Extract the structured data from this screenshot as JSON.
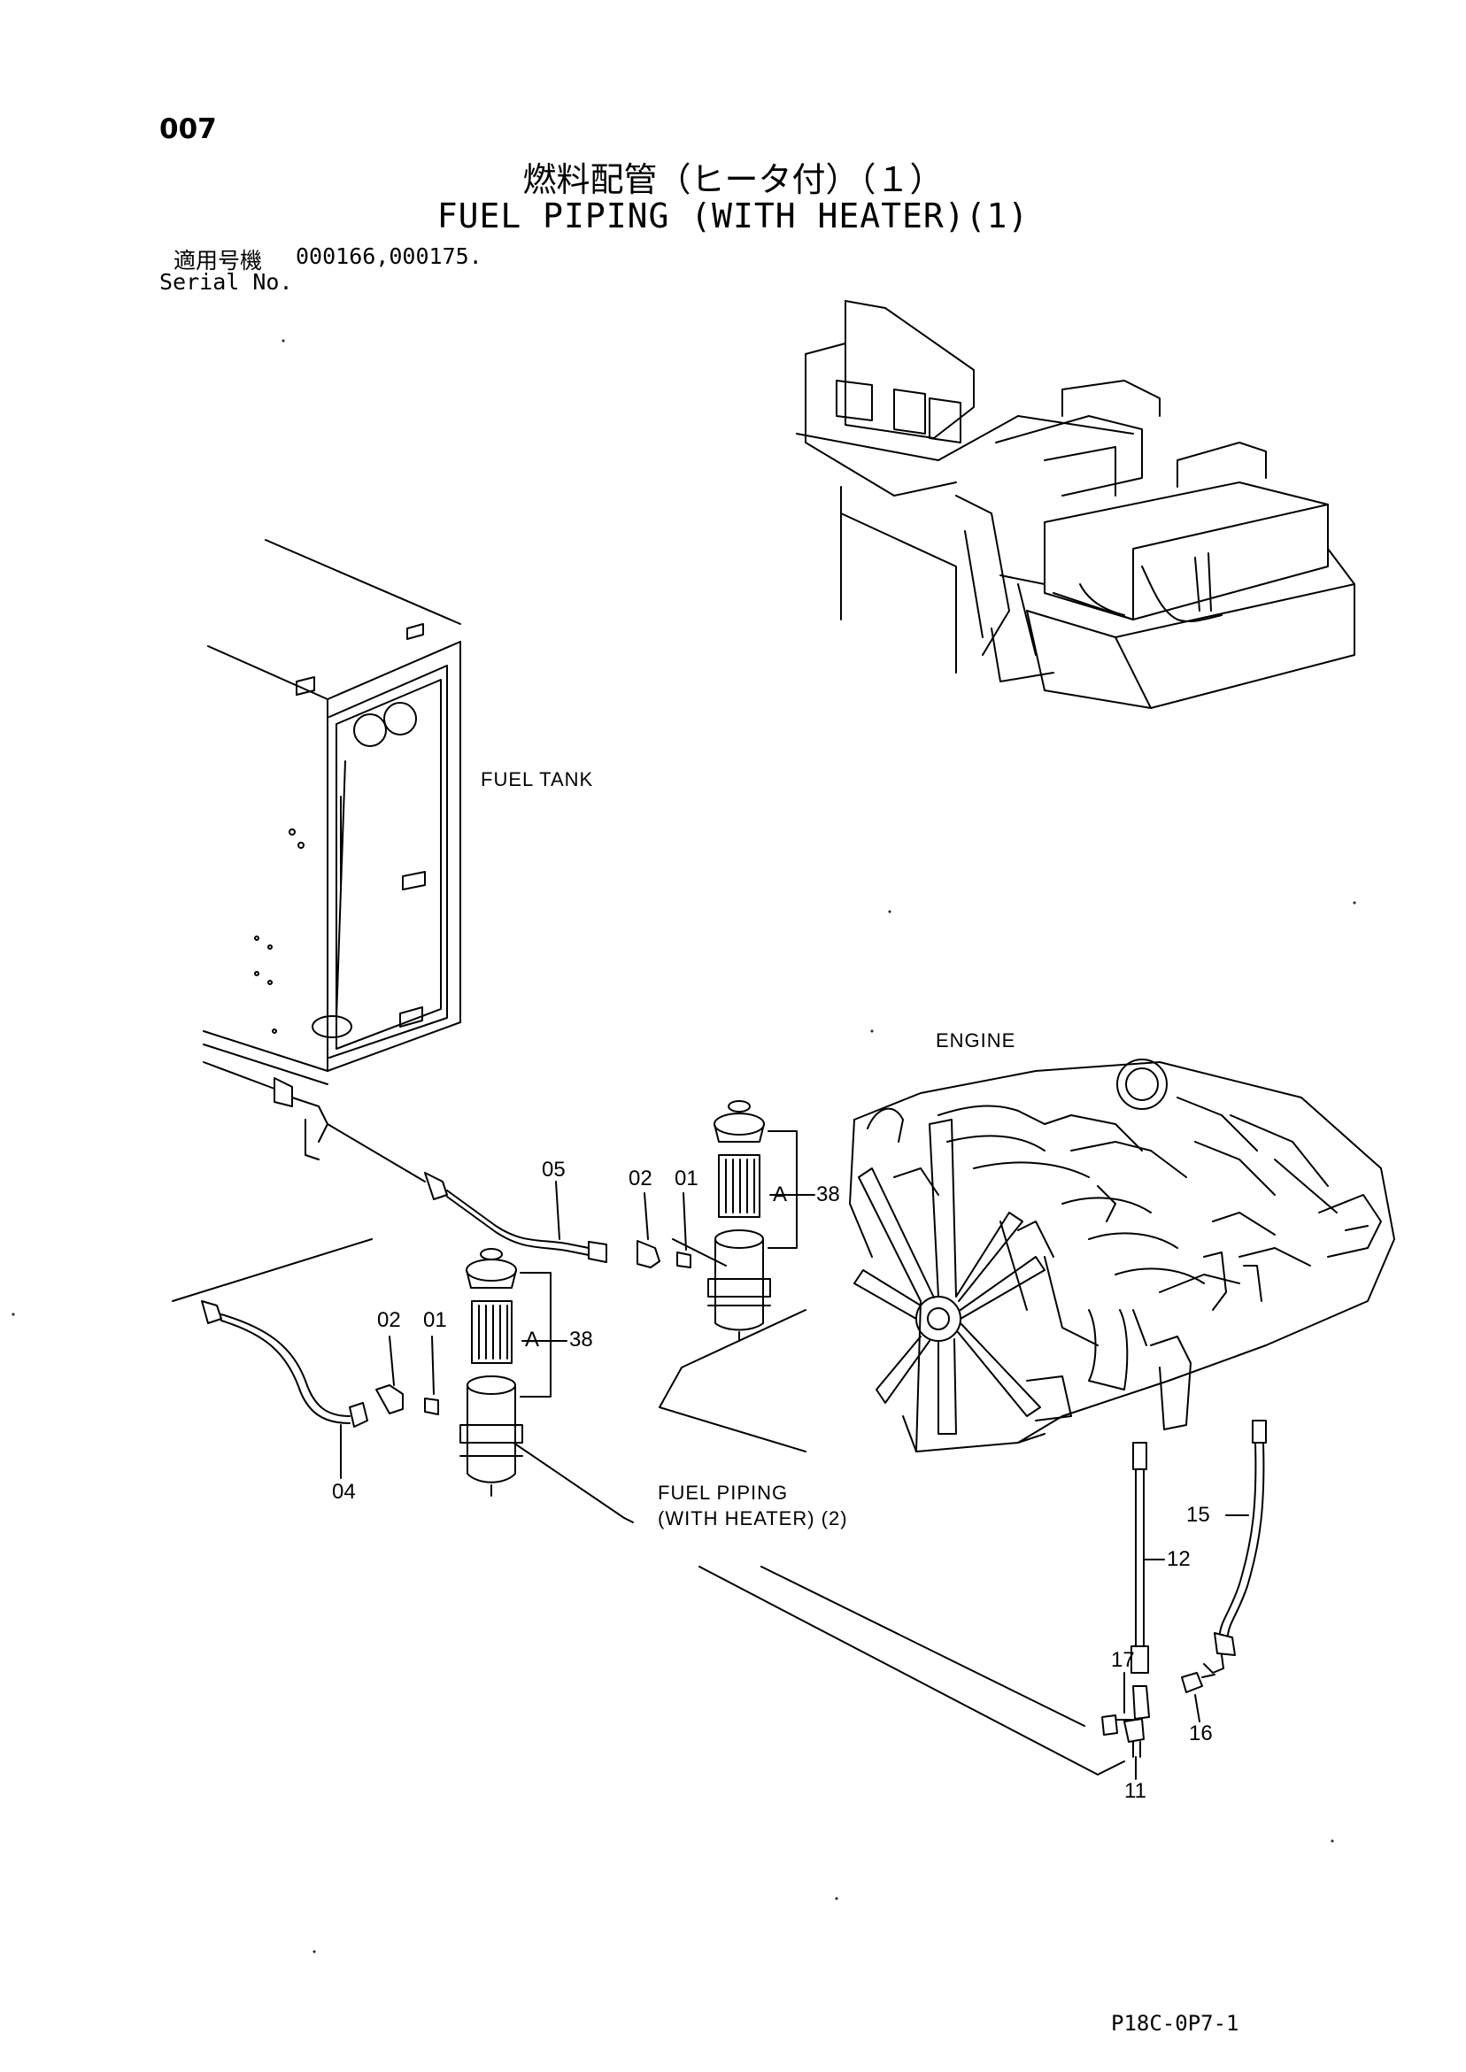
{
  "header": {
    "page_number": "007",
    "title_jp": "燃料配管（ヒータ付）（１）",
    "title_en": "FUEL PIPING (WITH HEATER)(1)",
    "serial_label_jp": "適用号機",
    "serial_values": "000166,000175.",
    "serial_label_en": "Serial No."
  },
  "labels": {
    "fuel_tank": "FUEL TANK",
    "engine": "ENGINE",
    "fuel_piping_ref_line1": "FUEL PIPING",
    "fuel_piping_ref_line2": "(WITH HEATER) (2)"
  },
  "callouts": {
    "c05": "05",
    "c02_upper": "02",
    "c01_upper": "01",
    "a38_upper": "A",
    "n38_upper": "38",
    "c02_lower": "02",
    "c01_lower": "01",
    "a38_lower": "A",
    "n38_lower": "38",
    "c04": "04",
    "c15": "15",
    "c12": "12",
    "c17": "17",
    "c16": "16",
    "c11": "11"
  },
  "footer": {
    "drawing_code": "P18C-0P7-1"
  }
}
